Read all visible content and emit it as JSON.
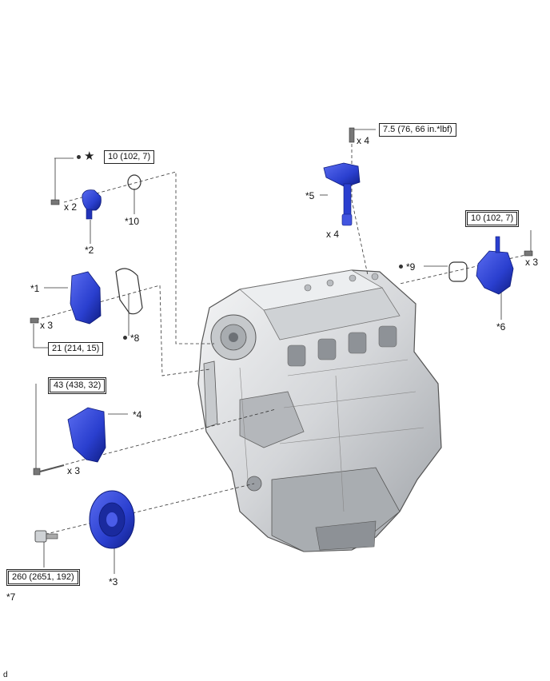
{
  "torques": {
    "t1": "10 (102, 7)",
    "t2": "7.5 (76, 66 in.*lbf)",
    "t3": "10 (102, 7)",
    "t4": "21 (214, 15)",
    "t5": "43 (438, 32)",
    "t6": "260 (2651, 192)"
  },
  "callouts": {
    "c1": "*1",
    "c2": "*2",
    "c3": "*3",
    "c4": "*4",
    "c5": "*5",
    "c6": "*6",
    "c7": "*7",
    "c8": "*8",
    "c9": "*9",
    "c10": "*10"
  },
  "quantities": {
    "q_coil_bolt": "x 4",
    "q_coil": "x 4",
    "q_sensor_bolt": "x 2",
    "q_pump_bolt": "x 3",
    "q_cover_bolt": "x 3",
    "q_bracket_bolt": "x 3"
  },
  "star_symbol": "★",
  "corner_mark": "d",
  "colors": {
    "part_blue": "#2a3fcf",
    "part_dark": "#0e1b7a",
    "engine": "#d8dadc",
    "line": "#333333"
  },
  "icons": [
    "star-icon",
    "dot-icon",
    "bolt-icon"
  ]
}
